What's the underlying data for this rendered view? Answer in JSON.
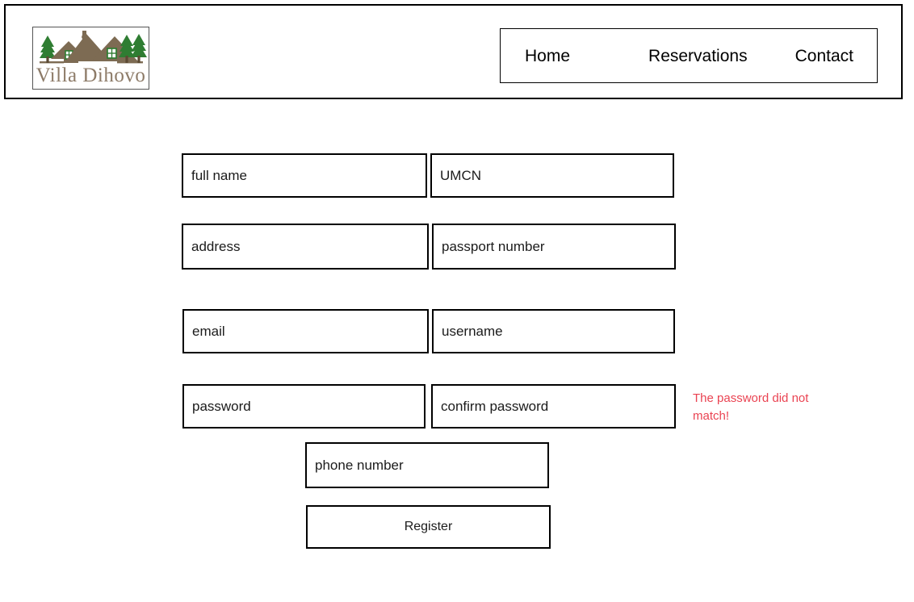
{
  "header": {
    "logo": {
      "brand_name": "Villa Dihovo",
      "icon_name": "villa-house-logo",
      "roof_color": "#7d6b53",
      "tree_color": "#2f7d32",
      "wordmark_color": "#8d7b68"
    },
    "nav": {
      "items": [
        {
          "label": "Home",
          "key": "home"
        },
        {
          "label": "Reservations",
          "key": "reservations"
        },
        {
          "label": "Contact",
          "key": "contact"
        }
      ]
    }
  },
  "form": {
    "fields": {
      "full_name": {
        "placeholder": "full name",
        "value": ""
      },
      "umcn": {
        "placeholder": "UMCN",
        "value": ""
      },
      "address": {
        "placeholder": "address",
        "value": ""
      },
      "passport_number": {
        "placeholder": "passport number",
        "value": ""
      },
      "email": {
        "placeholder": "email",
        "value": ""
      },
      "username": {
        "placeholder": "username",
        "value": ""
      },
      "password": {
        "placeholder": "password",
        "value": ""
      },
      "confirm_password": {
        "placeholder": "confirm password",
        "value": ""
      },
      "phone_number": {
        "placeholder": "phone number",
        "value": ""
      }
    },
    "submit": {
      "label": "Register"
    },
    "error": {
      "message": "The password did not match!",
      "color": "#ea4352"
    }
  }
}
